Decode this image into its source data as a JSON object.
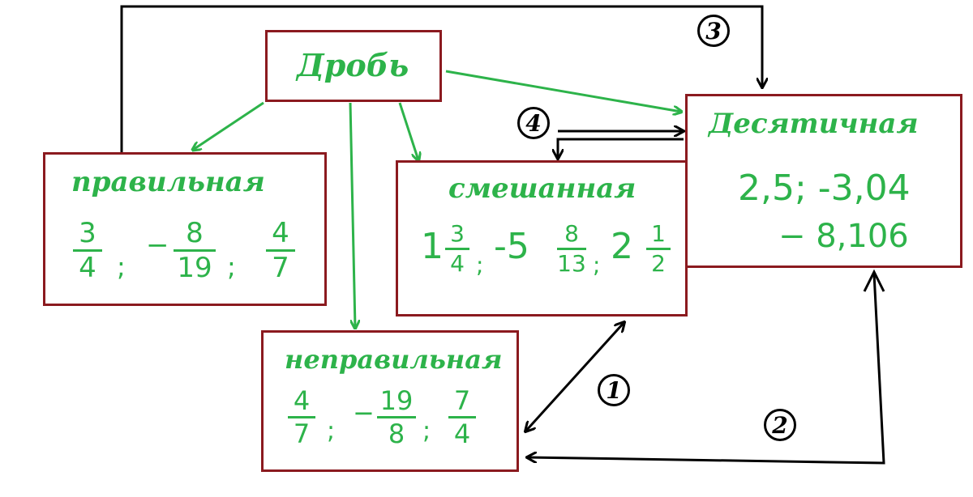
{
  "colors": {
    "box_border": "#8b1a1f",
    "text_green": "#2db34a",
    "arrow_green": "#2db34a",
    "arrow_black": "#000000"
  },
  "boxes": {
    "root": {
      "title": "Дробь"
    },
    "proper": {
      "title": "правильная",
      "examples": [
        {
          "sign": "",
          "num": "3",
          "den": "4"
        },
        {
          "sign": "−",
          "num": "8",
          "den": "19"
        },
        {
          "sign": "",
          "num": "4",
          "den": "7"
        }
      ],
      "separator": ";"
    },
    "mixed": {
      "title": "смешанная",
      "examples": [
        {
          "whole": "1",
          "num": "3",
          "den": "4"
        },
        {
          "whole": "-5",
          "num": "8",
          "den": "13"
        },
        {
          "whole": "2",
          "num": "1",
          "den": "2"
        }
      ],
      "separator": ";"
    },
    "improper": {
      "title": "неправильная",
      "examples": [
        {
          "sign": "",
          "num": "4",
          "den": "7"
        },
        {
          "sign": "−",
          "num": "19",
          "den": "8"
        },
        {
          "sign": "",
          "num": "7",
          "den": "4"
        }
      ],
      "separator": ";"
    },
    "decimal": {
      "title": "Десятичная",
      "line1": "2,5; -3,04",
      "line2": "− 8,106"
    }
  },
  "badges": [
    "1",
    "2",
    "3",
    "4"
  ]
}
